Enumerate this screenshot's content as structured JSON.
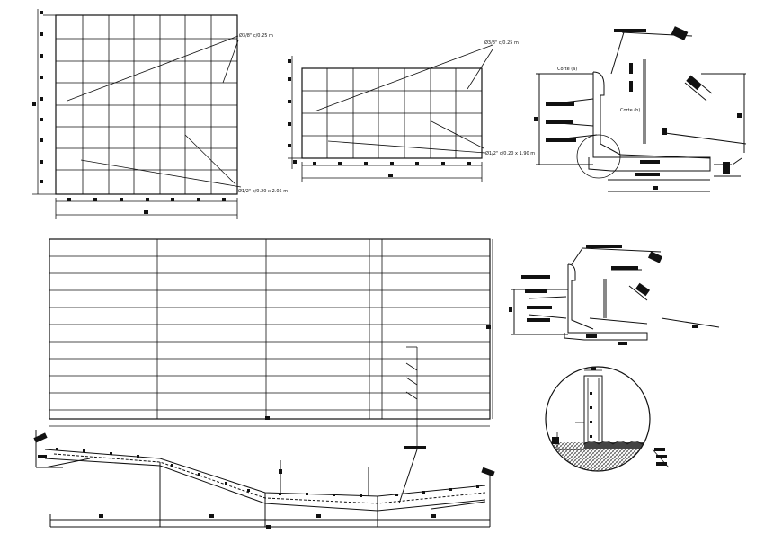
{
  "drawing": {
    "colors": {
      "line": "#111111",
      "paper": "#ffffff",
      "hatch": "#222222"
    },
    "labels": {
      "rebar_a": "Ø3/8\" c/0.25 m",
      "rebar_b": "Ø3/8\" c/0.25 m",
      "rebar_c": "Ø1/2\" c/0.20 x 2.05 m",
      "rebar_d": "Ø1/2\" c/0.20 x 1.90 m",
      "section_c": "Corte (a)",
      "section_d": "Corte (b)"
    }
  }
}
